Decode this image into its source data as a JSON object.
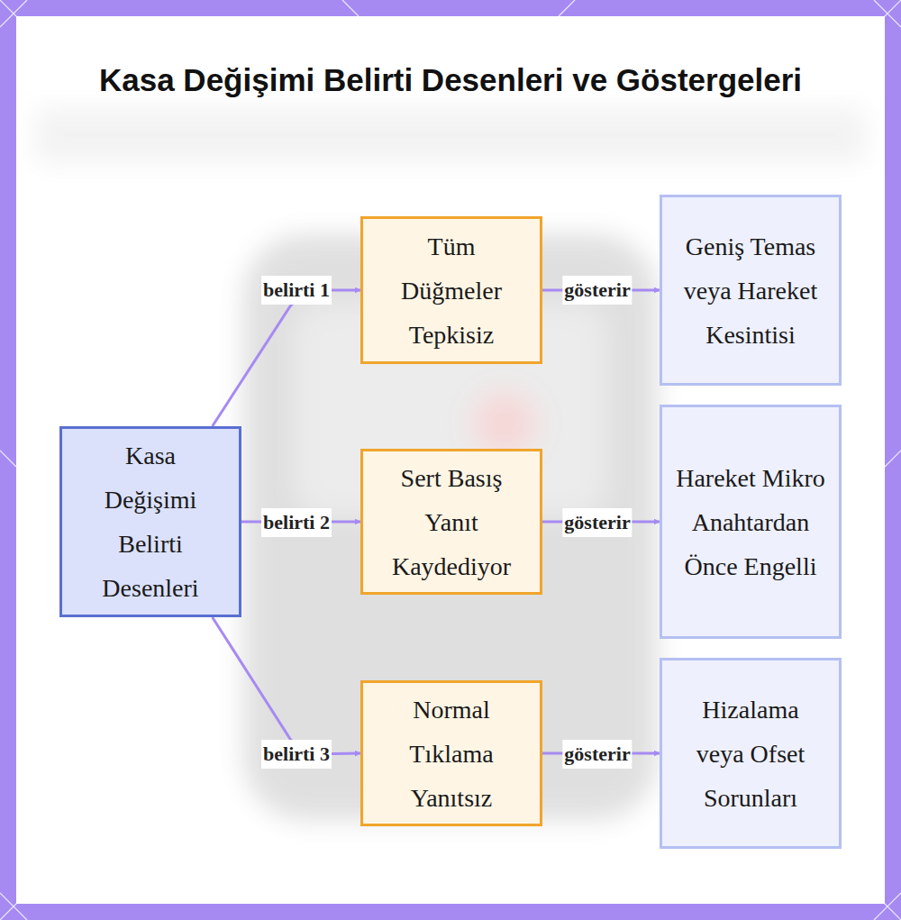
{
  "diagram": {
    "title": "Kasa Değişimi Belirti Desenleri ve Göstergeleri",
    "nodes": [
      {
        "text": [
          "Kasa Değişimi Belirti Desenleri"
        ]
      },
      {
        "text": [
          "Tüm Düğmeler Tepkisiz"
        ]
      },
      {
        "text": [
          "Sert Basış Yanıt Kaydediyor"
        ]
      },
      {
        "text": [
          "Normal Tıklama Yanıtsız"
        ]
      },
      {
        "text": [
          "Geniş Temas veya Hareket Kesintisi"
        ]
      },
      {
        "text": [
          "Hareket Mikro Anahtardan Önce Engelli"
        ]
      },
      {
        "text": [
          "Hizalama veya Ofset Sorunları"
        ]
      }
    ],
    "edges": [
      {
        "from": 0,
        "to": 1,
        "label": "belirti 1",
        "arrow": "to"
      },
      {
        "from": 0,
        "to": 2,
        "label": "belirti 2",
        "arrow": "to"
      },
      {
        "from": 0,
        "to": 3,
        "label": "belirti 3",
        "arrow": "to"
      },
      {
        "from": 1,
        "to": 4,
        "label": "gösterir",
        "arrow": "to"
      },
      {
        "from": 2,
        "to": 5,
        "label": "gösterir",
        "arrow": "to"
      },
      {
        "from": 3,
        "to": 6,
        "label": "gösterir",
        "arrow": "to"
      }
    ]
  }
}
